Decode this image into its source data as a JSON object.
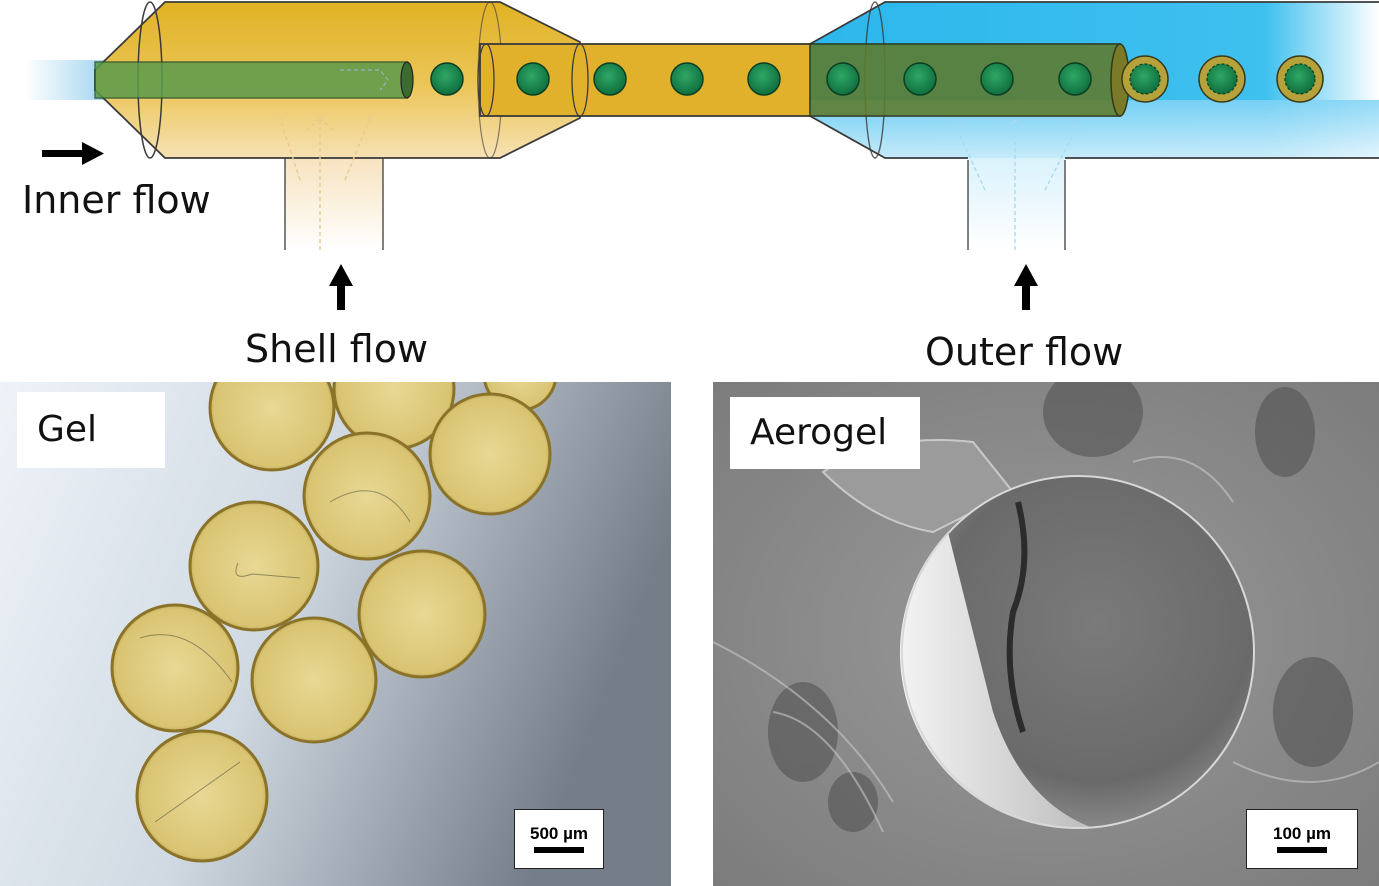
{
  "labels": {
    "inner_flow": "Inner flow",
    "shell_flow": "Shell flow",
    "outer_flow": "Outer flow"
  },
  "panels": {
    "gel": {
      "tag": "Gel",
      "scale_bar": "500 µm"
    },
    "aerogel": {
      "tag": "Aerogel",
      "scale_bar": "100 µm"
    }
  },
  "colors": {
    "inner_fluid": "#5fb6e4",
    "shell_fluid": "#e2b52a",
    "outer_fluid": "#2bb8ec",
    "core_droplet": "#17894f",
    "gel_bead": "#d8c06a",
    "sem_background": "#8f8f8f"
  }
}
